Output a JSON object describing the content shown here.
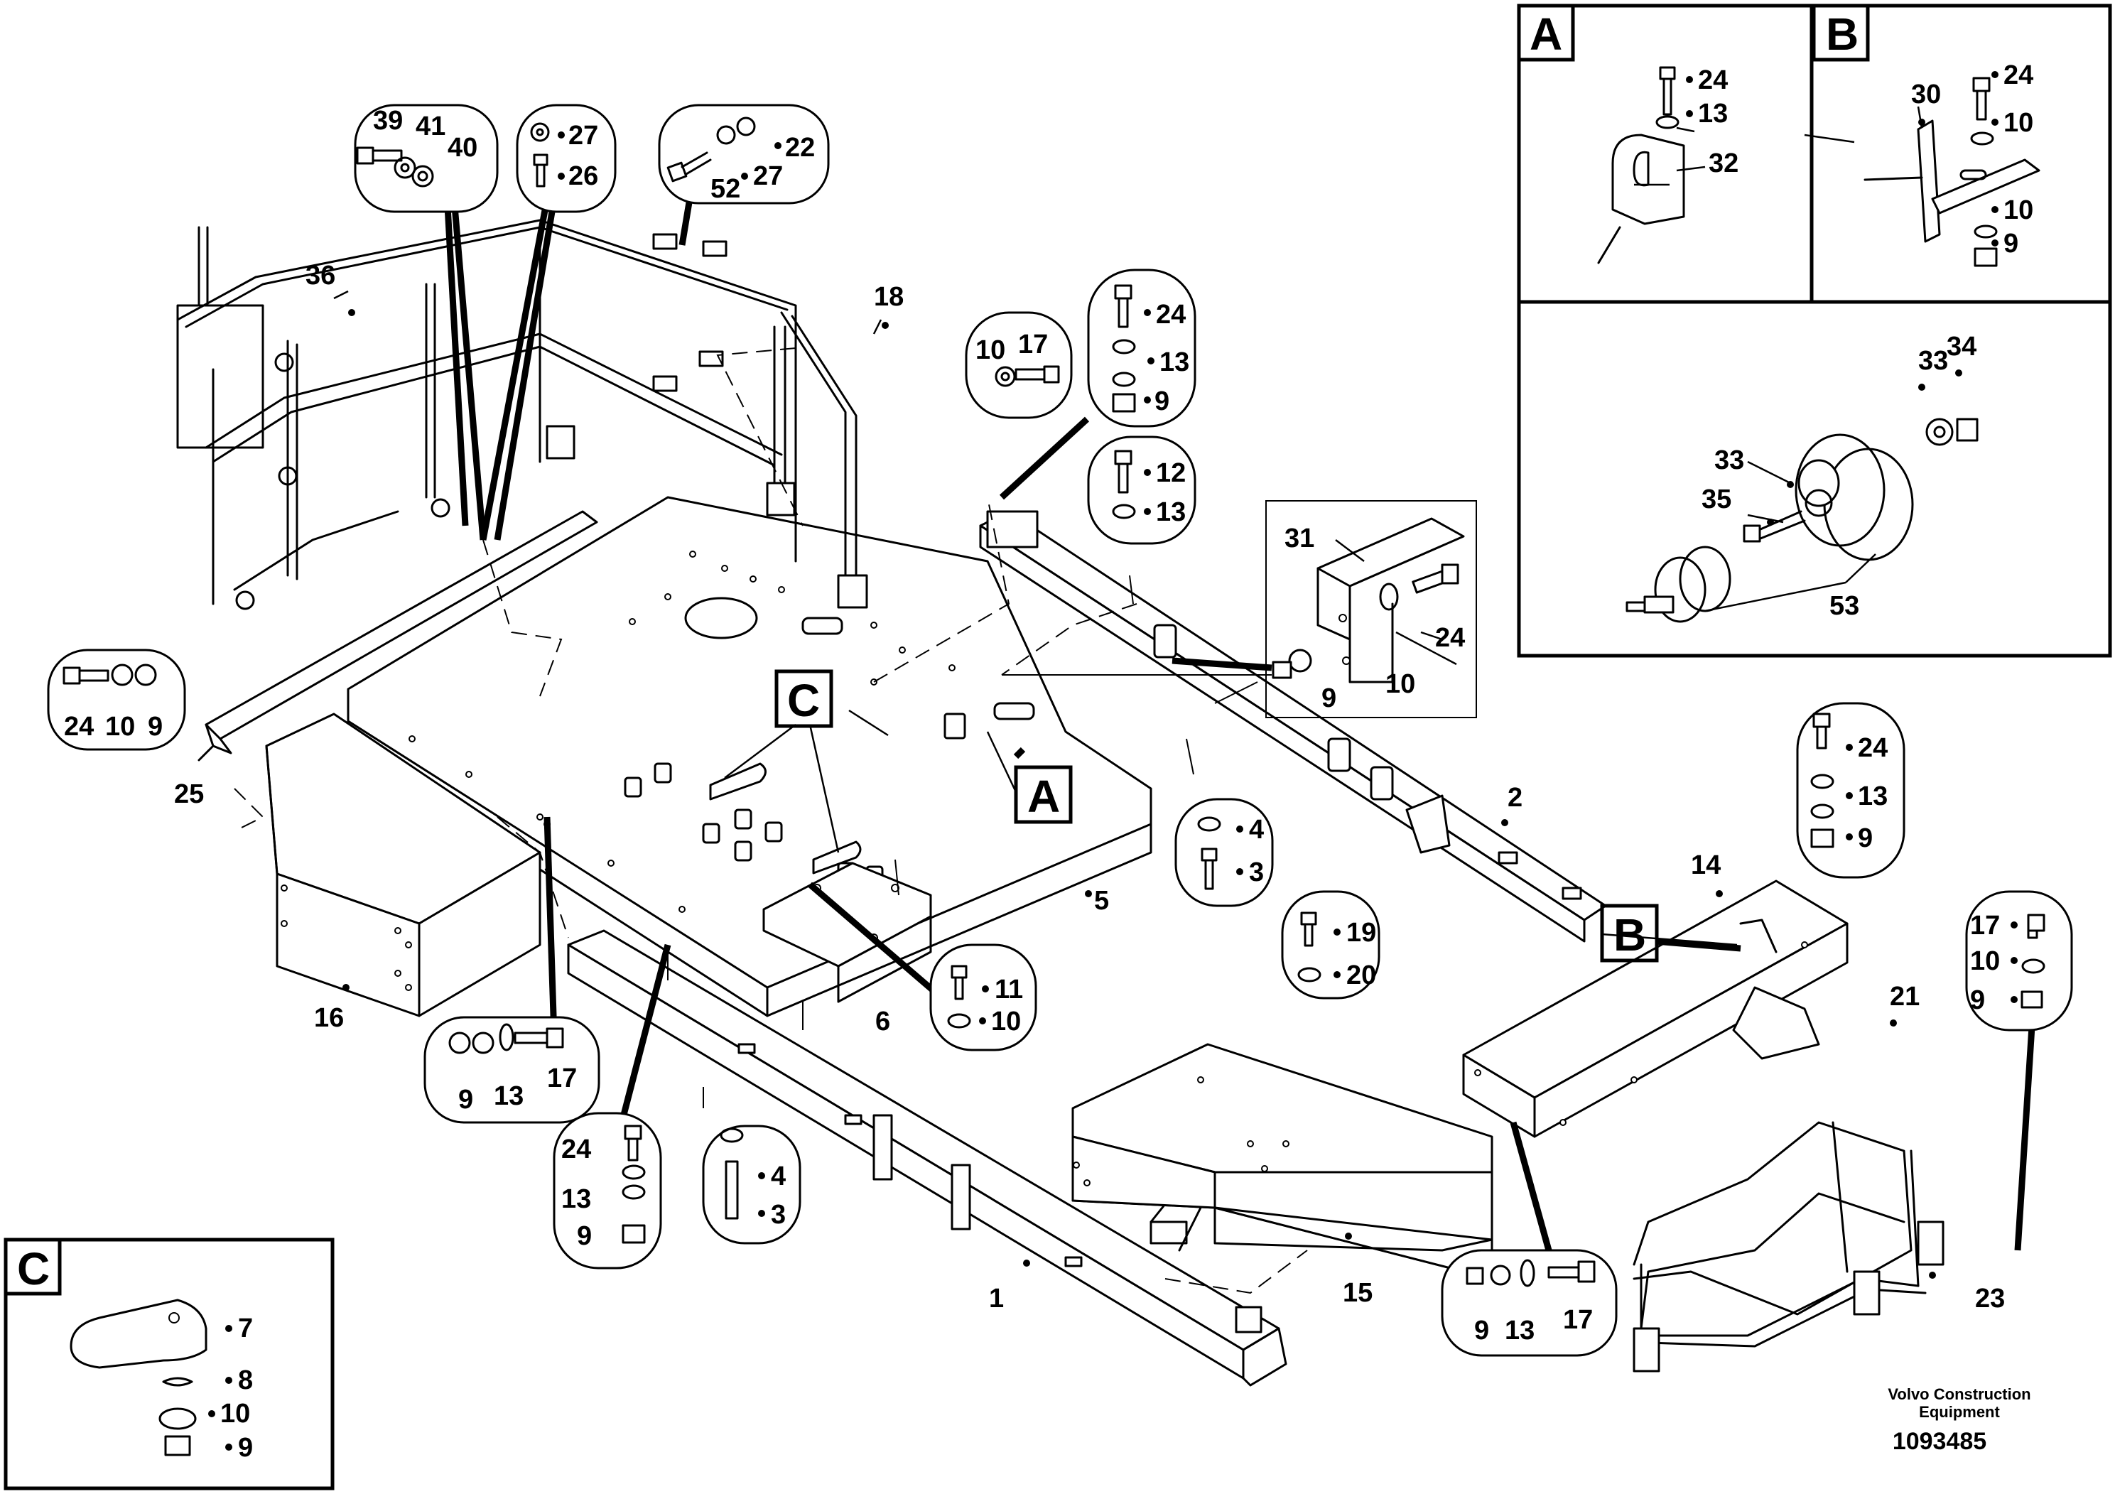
{
  "callouts": {
    "n1": "1",
    "n2": "2",
    "n3": "3",
    "n4": "4",
    "n5": "5",
    "n6": "6",
    "n7": "7",
    "n8": "8",
    "n9": "9",
    "n10": "10",
    "n11": "11",
    "n12": "12",
    "n13": "13",
    "n14": "14",
    "n15": "15",
    "n16": "16",
    "n17": "17",
    "n18": "18",
    "n19": "19",
    "n20": "20",
    "n21": "21",
    "n22": "22",
    "n23": "23",
    "n24": "24",
    "n25": "25",
    "n26": "26",
    "n27": "27",
    "n30": "30",
    "n31": "31",
    "n32": "32",
    "n33": "33",
    "n34": "34",
    "n35": "35",
    "n36": "36",
    "n39": "39",
    "n40": "40",
    "n41": "41",
    "n52": "52",
    "n53": "53"
  },
  "detail_views": {
    "a": "A",
    "b": "B",
    "c": "C"
  },
  "footer": {
    "company_line1": "Volvo Construction",
    "company_line2": "Equipment",
    "drawing_number": "1093485"
  }
}
